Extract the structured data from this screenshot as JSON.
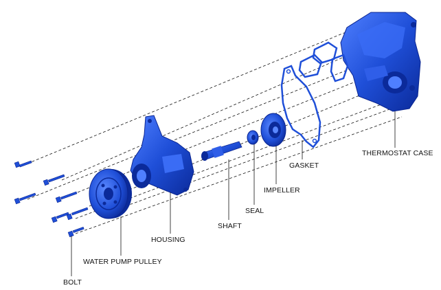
{
  "diagram": {
    "part_color": "#1f4fd8",
    "part_dark": "#0b2a9a",
    "part_light": "#4f7fff",
    "labels": {
      "thermostat_case": "THERMOSTAT CASE",
      "gasket": "GASKET",
      "impeller": "IMPELLER",
      "seal": "SEAL",
      "shaft": "SHAFT",
      "housing": "HOUSING",
      "water_pump_pulley": "WATER PUMP PULLEY",
      "bolt": "BOLT"
    }
  }
}
